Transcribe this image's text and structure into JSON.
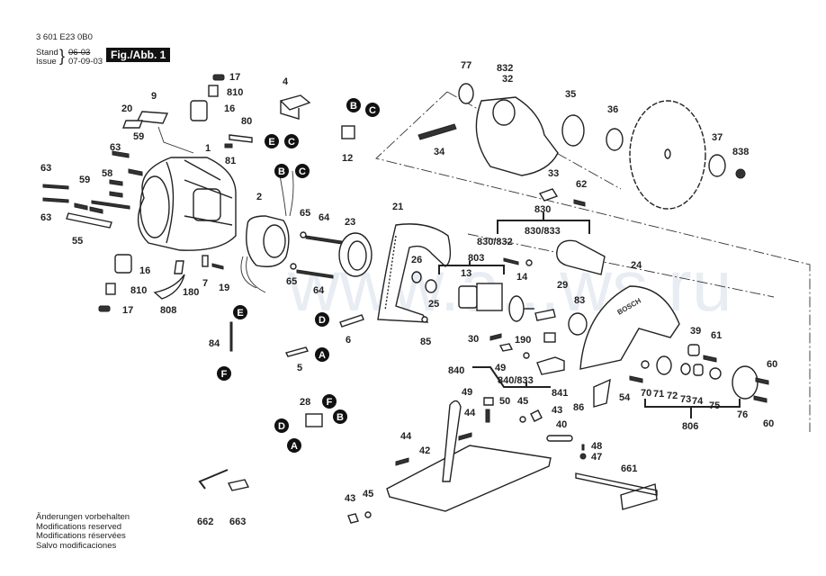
{
  "header": {
    "part_number": "3 601 E23 0B0",
    "stand_label": "Stand",
    "issue_label": "Issue",
    "stand_date_struck": "06-03",
    "issue_date": "07-09-03",
    "figure_label": "Fig./Abb. 1"
  },
  "footer": {
    "lines": [
      "Änderungen vorbehalten",
      "Modifications reserved",
      "Modifications réservées",
      "Salvo modificaciones"
    ]
  },
  "watermark": "www.a...ws.ru",
  "connectors": [
    "A",
    "B",
    "C",
    "D",
    "E",
    "F"
  ],
  "part_labels": [
    "1",
    "2",
    "4",
    "5",
    "6",
    "7",
    "9",
    "12",
    "13",
    "14",
    "16",
    "17",
    "19",
    "20",
    "21",
    "23",
    "24",
    "25",
    "26",
    "28",
    "29",
    "30",
    "32",
    "33",
    "34",
    "35",
    "36",
    "37",
    "39",
    "40",
    "42",
    "43",
    "44",
    "45",
    "47",
    "48",
    "49",
    "50",
    "54",
    "55",
    "58",
    "59",
    "60",
    "61",
    "62",
    "63",
    "64",
    "65",
    "70",
    "71",
    "72",
    "73",
    "74",
    "75",
    "76",
    "77",
    "80",
    "81",
    "83",
    "84",
    "85",
    "86",
    "180",
    "190",
    "661",
    "662",
    "663",
    "803",
    "806",
    "808",
    "810",
    "830",
    "830/832",
    "830/833",
    "832",
    "838",
    "840",
    "840/833",
    "841"
  ],
  "callouts": [
    {
      "id": "c17a",
      "text": "17"
    },
    {
      "id": "c810a",
      "text": "810"
    },
    {
      "id": "c16a",
      "text": "16"
    },
    {
      "id": "c9",
      "text": "9"
    },
    {
      "id": "c20",
      "text": "20"
    },
    {
      "id": "c80",
      "text": "80"
    },
    {
      "id": "c81",
      "text": "81"
    },
    {
      "id": "c1",
      "text": "1"
    },
    {
      "id": "c59a",
      "text": "59"
    },
    {
      "id": "c63a",
      "text": "63"
    },
    {
      "id": "c58",
      "text": "58"
    },
    {
      "id": "c63b",
      "text": "63"
    },
    {
      "id": "c59b",
      "text": "59"
    },
    {
      "id": "c63c",
      "text": "63"
    },
    {
      "id": "c55",
      "text": "55"
    },
    {
      "id": "c16b",
      "text": "16"
    },
    {
      "id": "c810b",
      "text": "810"
    },
    {
      "id": "c17b",
      "text": "17"
    },
    {
      "id": "c180",
      "text": "180"
    },
    {
      "id": "c808",
      "text": "808"
    },
    {
      "id": "c7",
      "text": "7"
    },
    {
      "id": "c19",
      "text": "19"
    },
    {
      "id": "c4",
      "text": "4"
    },
    {
      "id": "c12",
      "text": "12"
    },
    {
      "id": "c2",
      "text": "2"
    },
    {
      "id": "c65a",
      "text": "65"
    },
    {
      "id": "c64a",
      "text": "64"
    },
    {
      "id": "c65b",
      "text": "65"
    },
    {
      "id": "c64b",
      "text": "64"
    },
    {
      "id": "c23",
      "text": "23"
    },
    {
      "id": "c84",
      "text": "84"
    },
    {
      "id": "c5",
      "text": "5"
    },
    {
      "id": "c6",
      "text": "6"
    },
    {
      "id": "c28",
      "text": "28"
    },
    {
      "id": "c21",
      "text": "21"
    },
    {
      "id": "c26",
      "text": "26"
    },
    {
      "id": "c25",
      "text": "25"
    },
    {
      "id": "c85",
      "text": "85"
    },
    {
      "id": "c77",
      "text": "77"
    },
    {
      "id": "c832",
      "text": "832"
    },
    {
      "id": "c32",
      "text": "32"
    },
    {
      "id": "c34",
      "text": "34"
    },
    {
      "id": "c35",
      "text": "35"
    },
    {
      "id": "c36",
      "text": "36"
    },
    {
      "id": "c37",
      "text": "37"
    },
    {
      "id": "c838",
      "text": "838"
    },
    {
      "id": "c33",
      "text": "33"
    },
    {
      "id": "c62",
      "text": "62"
    },
    {
      "id": "c830",
      "text": "830"
    },
    {
      "id": "c830_832",
      "text": "830/832"
    },
    {
      "id": "c830_833",
      "text": "830/833"
    },
    {
      "id": "c803",
      "text": "803"
    },
    {
      "id": "c13",
      "text": "13"
    },
    {
      "id": "c14",
      "text": "14"
    },
    {
      "id": "c29",
      "text": "29"
    },
    {
      "id": "c83",
      "text": "83"
    },
    {
      "id": "c30",
      "text": "30"
    },
    {
      "id": "c190",
      "text": "190"
    },
    {
      "id": "c24",
      "text": "24"
    },
    {
      "id": "c840",
      "text": "840"
    },
    {
      "id": "c49a",
      "text": "49"
    },
    {
      "id": "c840_833",
      "text": "840/833"
    },
    {
      "id": "c841",
      "text": "841"
    },
    {
      "id": "c39",
      "text": "39"
    },
    {
      "id": "c61",
      "text": "61"
    },
    {
      "id": "c60a",
      "text": "60"
    },
    {
      "id": "c60b",
      "text": "60"
    },
    {
      "id": "c54",
      "text": "54"
    },
    {
      "id": "c70",
      "text": "70"
    },
    {
      "id": "c71",
      "text": "71"
    },
    {
      "id": "c72",
      "text": "72"
    },
    {
      "id": "c73",
      "text": "73"
    },
    {
      "id": "c74",
      "text": "74"
    },
    {
      "id": "c75",
      "text": "75"
    },
    {
      "id": "c76",
      "text": "76"
    },
    {
      "id": "c806",
      "text": "806"
    },
    {
      "id": "c86",
      "text": "86"
    },
    {
      "id": "c49b",
      "text": "49"
    },
    {
      "id": "c50",
      "text": "50"
    },
    {
      "id": "c45a",
      "text": "45"
    },
    {
      "id": "c43a",
      "text": "43"
    },
    {
      "id": "c44a",
      "text": "44"
    },
    {
      "id": "c40",
      "text": "40"
    },
    {
      "id": "c48",
      "text": "48"
    },
    {
      "id": "c47",
      "text": "47"
    },
    {
      "id": "c44b",
      "text": "44"
    },
    {
      "id": "c42",
      "text": "42"
    },
    {
      "id": "c661",
      "text": "661"
    },
    {
      "id": "c43b",
      "text": "43"
    },
    {
      "id": "c45b",
      "text": "45"
    },
    {
      "id": "c662",
      "text": "662"
    },
    {
      "id": "c663",
      "text": "663"
    }
  ]
}
